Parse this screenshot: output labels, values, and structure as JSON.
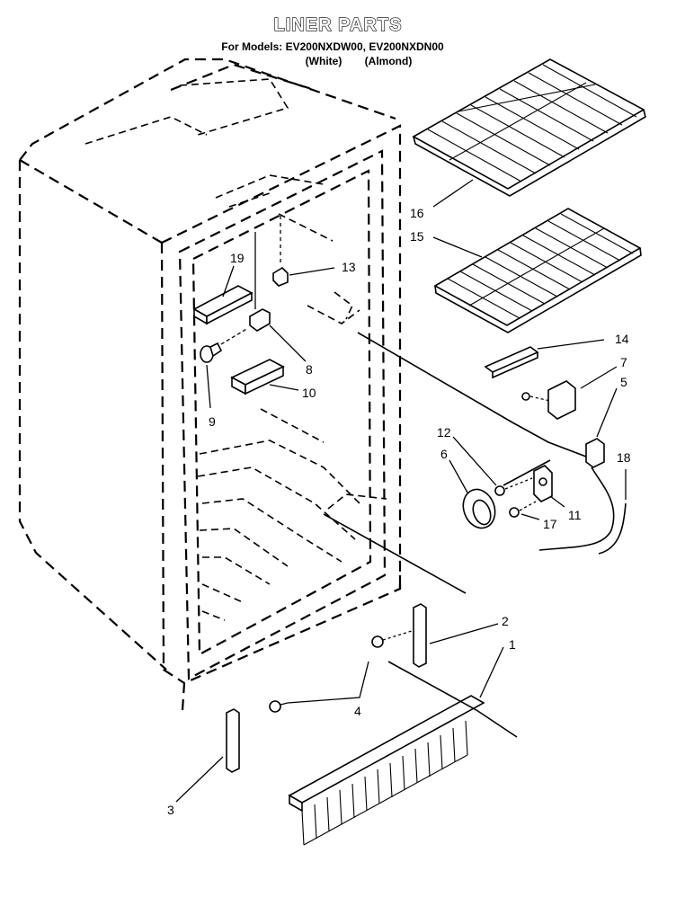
{
  "title": "LINER PARTS",
  "models_line": "For Models: EV200NXDW00, EV200NXDN00",
  "variants": {
    "white": "(White)",
    "almond": "(Almond)"
  },
  "callouts": [
    "1",
    "2",
    "3",
    "4",
    "5",
    "6",
    "7",
    "8",
    "9",
    "10",
    "11",
    "12",
    "13",
    "14",
    "15",
    "16",
    "17",
    "18",
    "19"
  ]
}
